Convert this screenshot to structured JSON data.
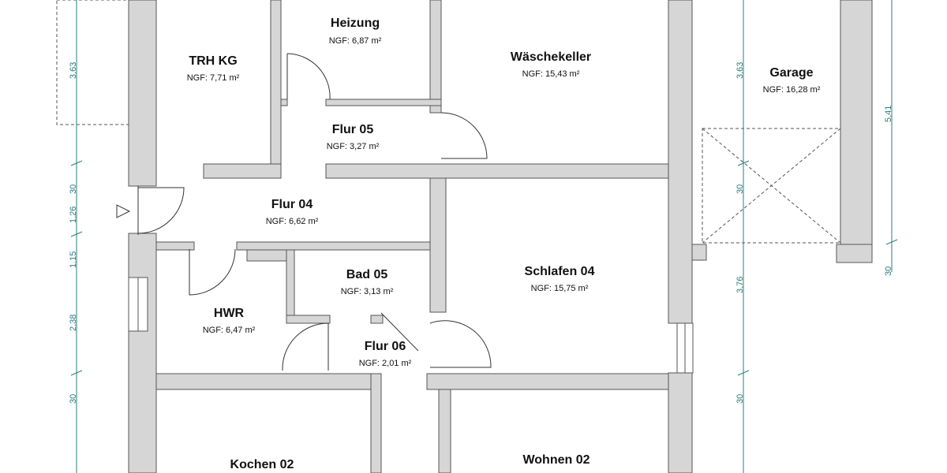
{
  "plan": {
    "area_prefix": "NGF: ",
    "area_unit": "m²",
    "rooms": [
      {
        "name": "Heizung",
        "area": "6,87"
      },
      {
        "name": "TRH KG",
        "area": "7,71"
      },
      {
        "name": "Wäschekeller",
        "area": "15,43"
      },
      {
        "name": "Garage",
        "area": "16,28"
      },
      {
        "name": "Flur 05",
        "area": "3,27"
      },
      {
        "name": "Flur 04",
        "area": "6,62"
      },
      {
        "name": "Bad 05",
        "area": "3,13"
      },
      {
        "name": "Schlafen 04",
        "area": "15,75"
      },
      {
        "name": "HWR",
        "area": "6,47"
      },
      {
        "name": "Flur 06",
        "area": "2,01"
      },
      {
        "name": "Kochen 02",
        "area": ""
      },
      {
        "name": "Wohnen 02",
        "area": ""
      }
    ],
    "dimensions_left": [
      "3,63",
      "30",
      "1,26",
      "1,15",
      "2,38",
      "30"
    ],
    "dimensions_right": [
      "3,63",
      "30",
      "3,76",
      "30"
    ],
    "dimensions_far_right": [
      "5,41",
      "30"
    ]
  },
  "colors": {
    "wall_fill": "#d6d6d6",
    "dimension": "#2e7d7d"
  }
}
